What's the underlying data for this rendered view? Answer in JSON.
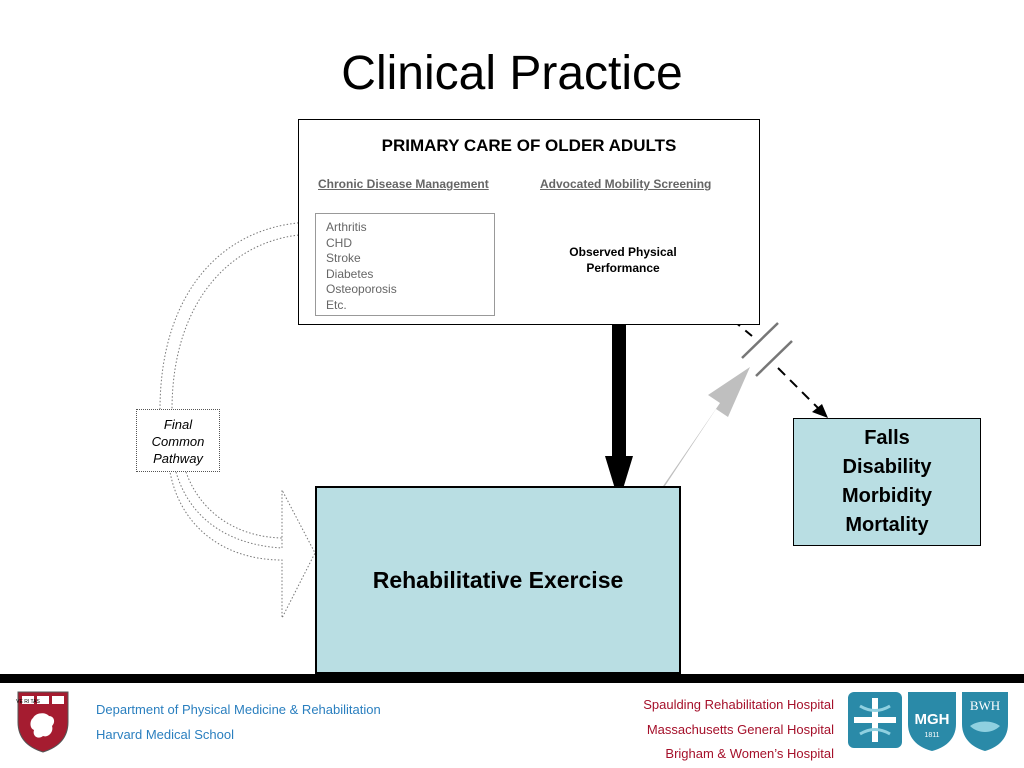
{
  "slide": {
    "title": "Clinical Practice"
  },
  "primary_care": {
    "title": "PRIMARY CARE OF OLDER ADULTS",
    "left_heading": "Chronic Disease Management",
    "right_heading": "Advocated Mobility Screening",
    "conditions": [
      "Arthritis",
      "CHD",
      "Stroke",
      "Diabetes",
      "Osteoporosis",
      "Etc."
    ],
    "ellipse_line1": "Observed Physical",
    "ellipse_line2": "Performance"
  },
  "pathway": {
    "line1": "Final",
    "line2": "Common",
    "line3": "Pathway"
  },
  "rehab": {
    "label": "Rehabilitative Exercise"
  },
  "outcomes": {
    "items": [
      "Falls",
      "Disability",
      "Morbidity",
      "Mortality"
    ]
  },
  "footer": {
    "left": [
      "Department of Physical Medicine & Rehabilitation",
      "Harvard Medical School"
    ],
    "right": [
      "Spaulding Rehabilitation Hospital",
      "Massachusetts General Hospital",
      "Brigham & Women’s Hospital"
    ],
    "logos": {
      "shield_text": "VE RI TAS",
      "mgh_text": "MGH",
      "mgh_year": "1811",
      "bwh_text": "BWH"
    }
  },
  "colors": {
    "box_fill": "#b9dee3",
    "ellipse_fill": "#d9d9d9",
    "grey_arrow": "#bfbfbf",
    "footer_blue": "#2a7fbf",
    "footer_red": "#a5102a",
    "shield_red": "#a51c30",
    "logo_teal": "#2a8aa8"
  }
}
